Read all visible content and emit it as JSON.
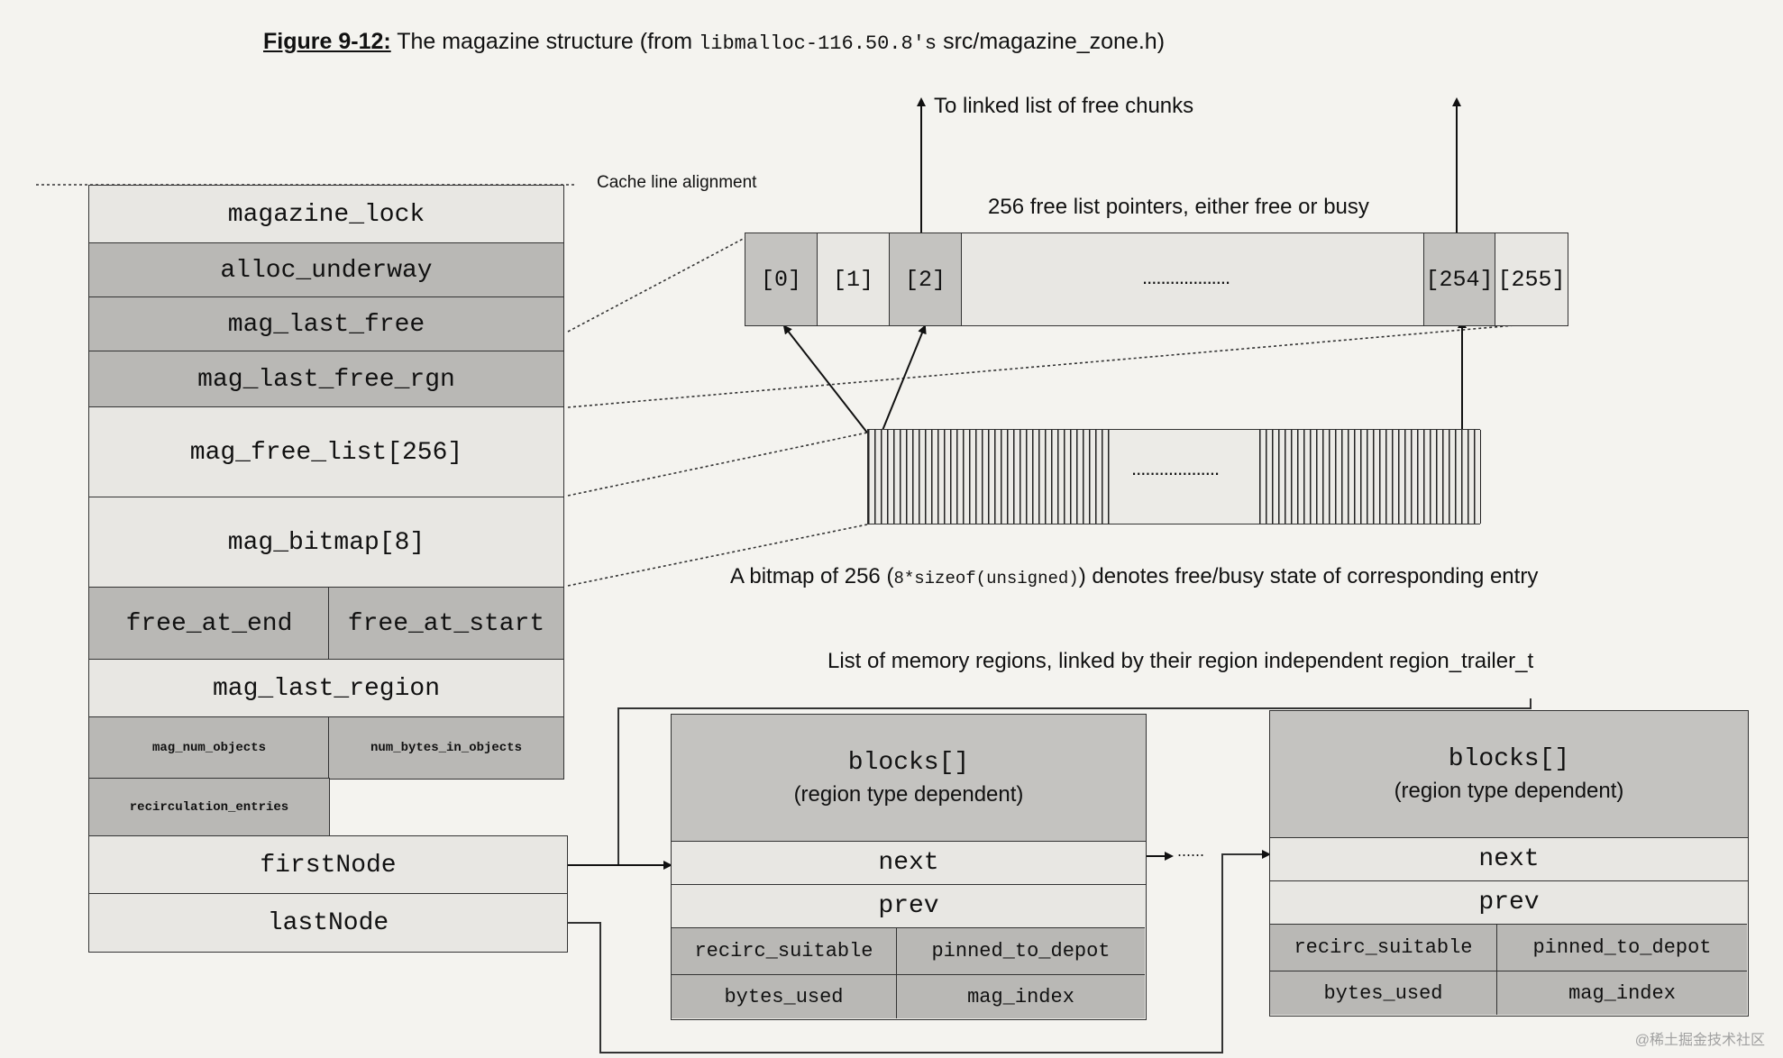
{
  "title": {
    "figure_label": "Figure 9-12:",
    "text_before": "The magazine structure (from",
    "library": "libmalloc-116.50.8's",
    "source_file": "src/magazine_zone.h)"
  },
  "annotations": {
    "cache_line": "Cache line alignment",
    "free_chunks": "To linked list of free chunks",
    "free_list_pointers": "256 free list pointers, either free or busy",
    "bitmap_prefix": "A bitmap of 256 (",
    "bitmap_code": "8*sizeof(unsigned)",
    "bitmap_suffix": ") denotes free/busy state of corresponding entry",
    "regions_list": "List of memory regions, linked by their region independent region_trailer_t",
    "ellipsis": "...................",
    "link_dots": "......"
  },
  "magazine": {
    "magazine_lock": "magazine_lock",
    "alloc_underway": "alloc_underway",
    "mag_last_free": "mag_last_free",
    "mag_last_free_rgn": "mag_last_free_rgn",
    "mag_free_list": "mag_free_list[256]",
    "mag_bitmap": "mag_bitmap[8]",
    "free_at_end": "free_at_end",
    "free_at_start": "free_at_start",
    "mag_last_region": "mag_last_region",
    "mag_num_objects": "mag_num_objects",
    "num_bytes_in_objects": "num_bytes_in_objects",
    "recirculation_entries": "recirculation_entries",
    "firstNode": "firstNode",
    "lastNode": "lastNode"
  },
  "free_list": {
    "idx0": "[0]",
    "idx1": "[1]",
    "idx2": "[2]",
    "idx254": "[254]",
    "idx255": "[255]"
  },
  "region": {
    "blocks": "blocks[]",
    "blocks_note": "(region type dependent)",
    "next": "next",
    "prev": "prev",
    "recirc_suitable": "recirc_suitable",
    "pinned_to_depot": "pinned_to_depot",
    "bytes_used": "bytes_used",
    "mag_index": "mag_index"
  },
  "watermark": "@稀土掘金技术社区"
}
